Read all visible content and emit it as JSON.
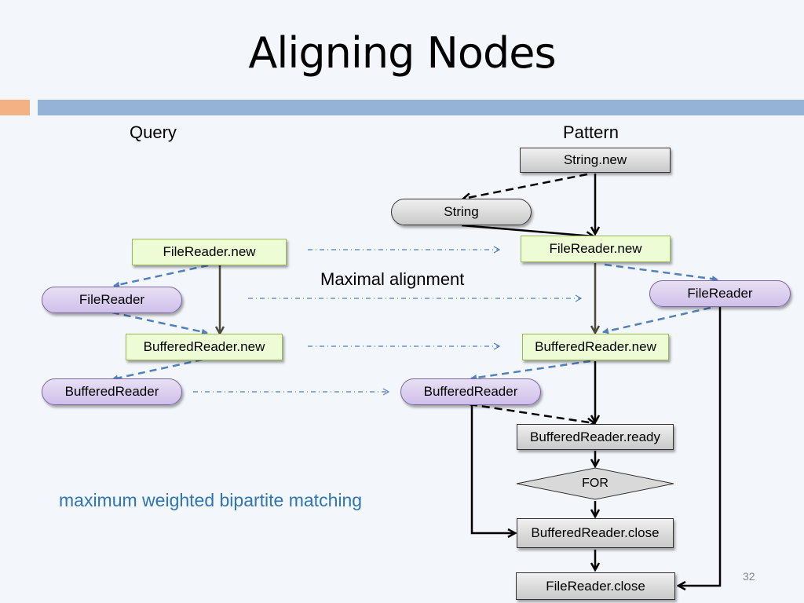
{
  "slide": {
    "title": "Aligning Nodes",
    "page_number": "32"
  },
  "query": {
    "heading": "Query",
    "nodes": {
      "filereader_new": "FileReader.new",
      "filereader": "FileReader",
      "bufferedreader_new": "BufferedReader.new",
      "bufferedreader": "BufferedReader"
    }
  },
  "pattern": {
    "heading": "Pattern",
    "nodes": {
      "string_new": "String.new",
      "string": "String",
      "filereader_new": "FileReader.new",
      "filereader": "FileReader",
      "bufferedreader_new": "BufferedReader.new",
      "bufferedreader": "BufferedReader",
      "bufferedreader_ready": "BufferedReader.ready",
      "for": "FOR",
      "bufferedreader_close": "BufferedReader.close",
      "filereader_close": "FileReader.close"
    }
  },
  "labels": {
    "alignment": "Maximal alignment",
    "matching_note": "maximum weighted bipartite matching"
  },
  "colors": {
    "action_node": "#eefcd6",
    "data_node": "#d9cdef",
    "pattern_only_node": "#dcdcdc",
    "data_edge": "#4f81bd",
    "control_edge_query": "#4a4a3a",
    "control_edge_pattern": "#000000",
    "alignment_arrow": "#4f81bd",
    "note_text": "#2e75b6"
  }
}
